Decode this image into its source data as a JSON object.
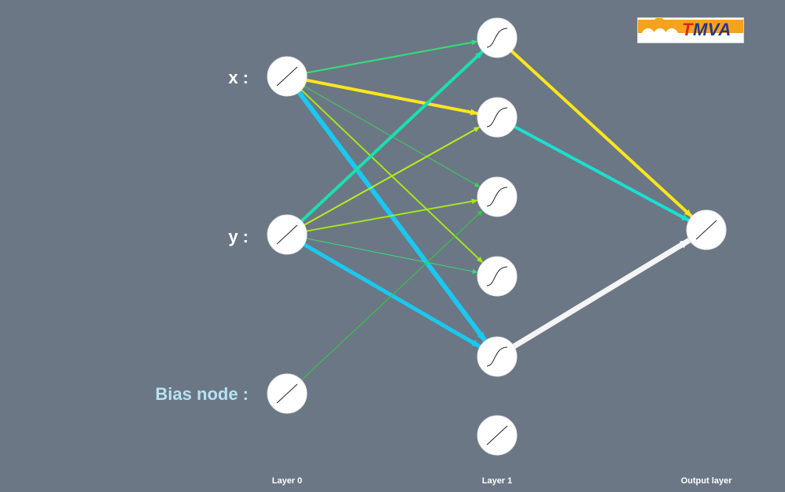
{
  "logo": {
    "prefix": "T",
    "rest": "MVA"
  },
  "input_labels": [
    {
      "id": "x",
      "text": "x :"
    },
    {
      "id": "y",
      "text": "y :"
    },
    {
      "id": "bias",
      "text": "Bias node :"
    }
  ],
  "layer_labels": [
    "Layer 0",
    "Layer 1",
    "Output layer"
  ],
  "layers": [
    {
      "name": "Layer 0",
      "nodes": 3,
      "activation": [
        "linear",
        "linear",
        "linear"
      ]
    },
    {
      "name": "Layer 1",
      "nodes": 6,
      "activation": [
        "sigmoid",
        "sigmoid",
        "sigmoid",
        "sigmoid",
        "sigmoid",
        "linear"
      ]
    },
    {
      "name": "Output layer",
      "nodes": 1,
      "activation": [
        "linear"
      ]
    }
  ],
  "connections": [
    {
      "from": [
        0,
        0
      ],
      "to": [
        1,
        0
      ],
      "color": "#33e077",
      "weight": 2
    },
    {
      "from": [
        0,
        0
      ],
      "to": [
        1,
        1
      ],
      "color": "#ffe61a",
      "weight": 4
    },
    {
      "from": [
        0,
        0
      ],
      "to": [
        1,
        2
      ],
      "color": "#3ad45a",
      "weight": 1
    },
    {
      "from": [
        0,
        0
      ],
      "to": [
        1,
        3
      ],
      "color": "#a6e61a",
      "weight": 2
    },
    {
      "from": [
        0,
        0
      ],
      "to": [
        1,
        4
      ],
      "color": "#1ac8f0",
      "weight": 6
    },
    {
      "from": [
        0,
        1
      ],
      "to": [
        1,
        0
      ],
      "color": "#1ae0b0",
      "weight": 4
    },
    {
      "from": [
        0,
        1
      ],
      "to": [
        1,
        1
      ],
      "color": "#b8ee1a",
      "weight": 2
    },
    {
      "from": [
        0,
        1
      ],
      "to": [
        1,
        2
      ],
      "color": "#a6e61a",
      "weight": 2
    },
    {
      "from": [
        0,
        1
      ],
      "to": [
        1,
        3
      ],
      "color": "#33e077",
      "weight": 1
    },
    {
      "from": [
        0,
        1
      ],
      "to": [
        1,
        4
      ],
      "color": "#1ac8f0",
      "weight": 5
    },
    {
      "from": [
        0,
        2
      ],
      "to": [
        1,
        2
      ],
      "color": "#2ed040",
      "weight": 1
    },
    {
      "from": [
        1,
        0
      ],
      "to": [
        2,
        0
      ],
      "color": "#ffe61a",
      "weight": 4
    },
    {
      "from": [
        1,
        1
      ],
      "to": [
        2,
        0
      ],
      "color": "#1ae0d0",
      "weight": 4
    },
    {
      "from": [
        1,
        4
      ],
      "to": [
        2,
        0
      ],
      "color": "#f5f5f5",
      "weight": 7
    }
  ],
  "colors": {
    "background": "#6b7785",
    "node": "#ffffff",
    "bias_label": "#b8e2f2"
  }
}
